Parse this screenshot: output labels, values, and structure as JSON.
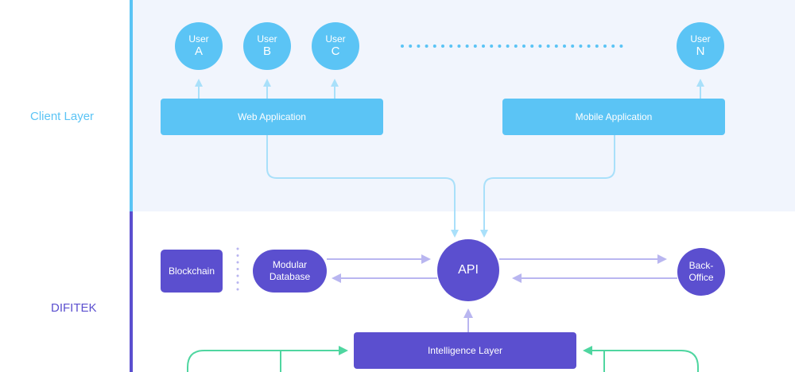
{
  "layers": {
    "client": "Client Layer",
    "difitek": "DIFITEK"
  },
  "users": [
    {
      "line1": "User",
      "line2": "A"
    },
    {
      "line1": "User",
      "line2": "B"
    },
    {
      "line1": "User",
      "line2": "C"
    },
    {
      "line1": "User",
      "line2": "N"
    }
  ],
  "apps": {
    "web": "Web Application",
    "mobile": "Mobile Application"
  },
  "core": {
    "api": "API",
    "blockchain": "Blockchain",
    "modular_db_line1": "Modular",
    "modular_db_line2": "Database",
    "backoffice_line1": "Back-",
    "backoffice_line2": "Office",
    "intelligence": "Intelligence Layer"
  },
  "colors": {
    "client": "#5bc4f5",
    "difitek": "#5b4fcf",
    "connector": "#a9e0fa",
    "arrow": "#b9b6f0",
    "intel_link": "#4fd6a0"
  }
}
